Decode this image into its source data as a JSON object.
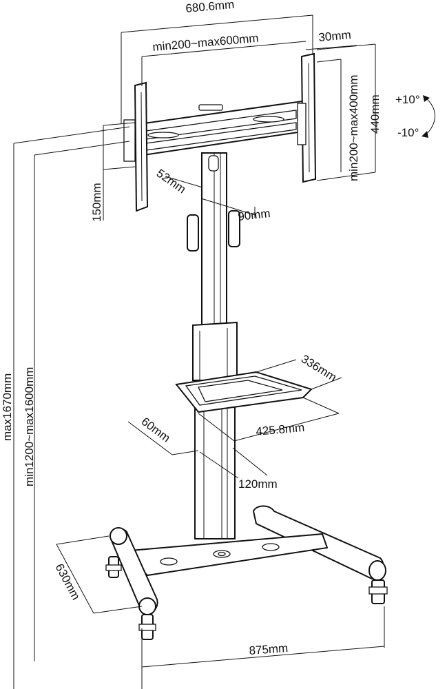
{
  "dimensions": {
    "overall_bracket_width": "680.6mm",
    "vesa_horizontal": "min200~max600mm",
    "bracket_rail_width": "30mm",
    "vesa_vertical": "min200~max400mm",
    "bracket_height": "440mm",
    "tilt_up": "+10°",
    "tilt_down": "-10°",
    "bracket_offset": "150mm",
    "column_depth_top": "52mm",
    "column_width_top": "90mm",
    "overall_height": "max1670mm",
    "height_range": "min1200~max1600mm",
    "shelf_depth": "336mm",
    "shelf_width": "425.8mm",
    "column_depth_bottom": "60mm",
    "column_width_bottom": "120mm",
    "base_depth": "630mm",
    "base_width": "875mm"
  }
}
